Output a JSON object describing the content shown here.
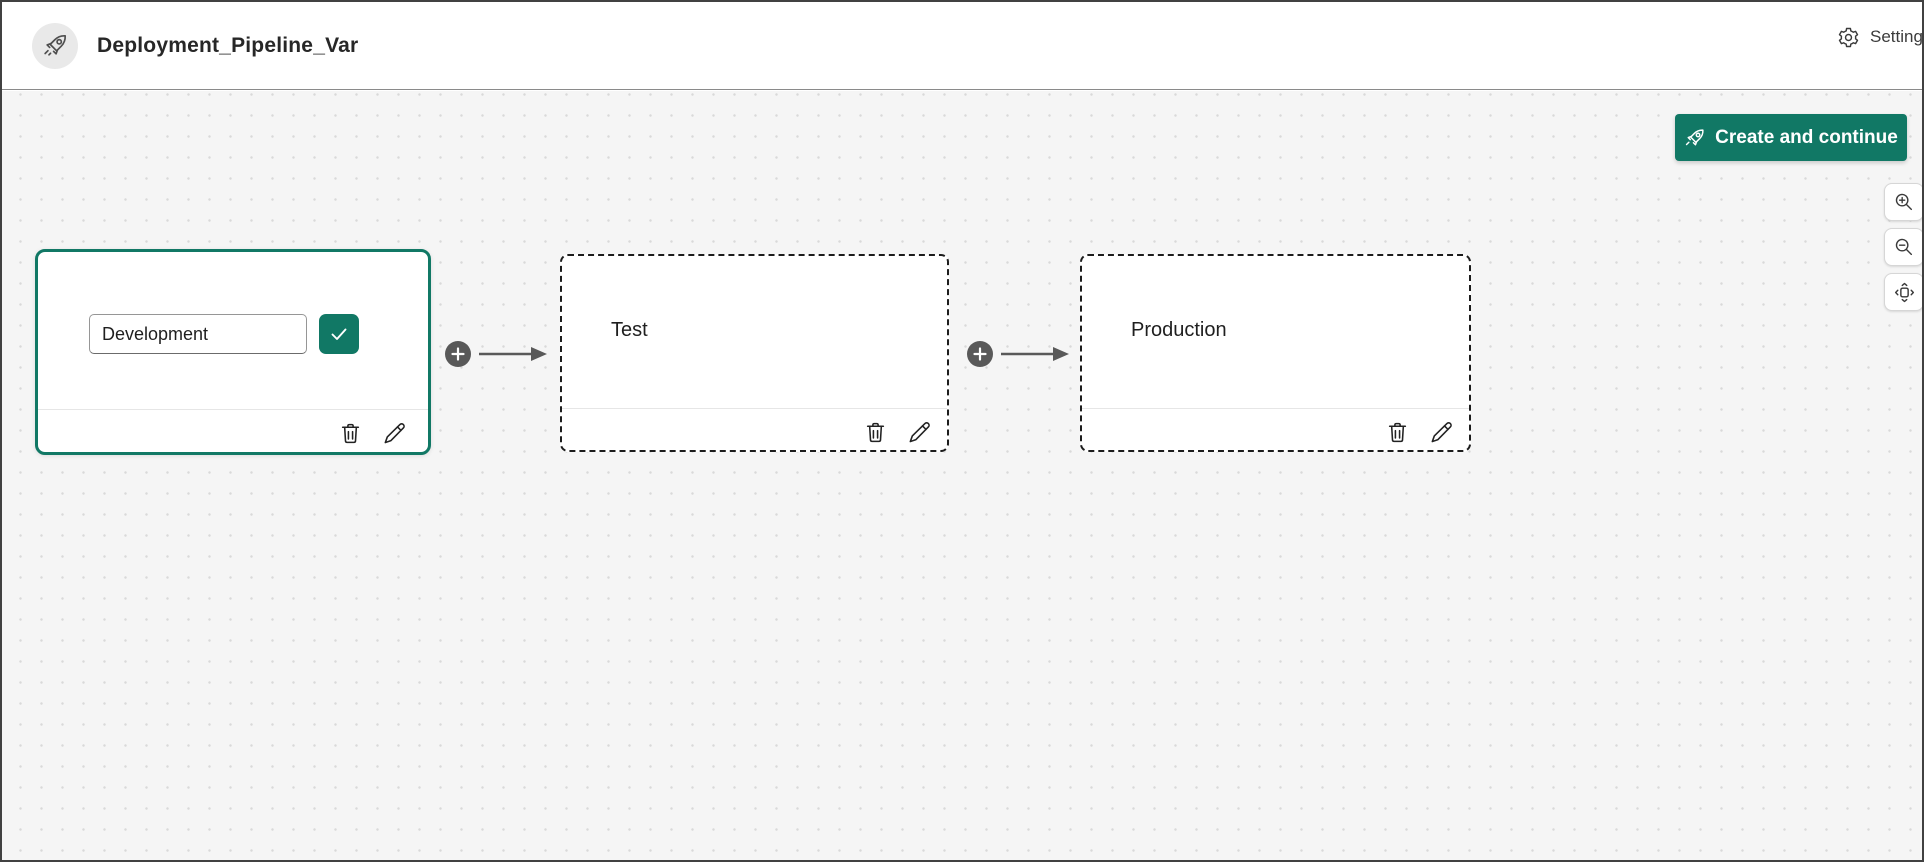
{
  "header": {
    "title": "Deployment_Pipeline_Var",
    "settings_label": "Settings"
  },
  "actions": {
    "create_button_label": "Create and continue"
  },
  "pipeline": {
    "stages": [
      {
        "name": "Development",
        "selected": true,
        "editing": true
      },
      {
        "name": "Test",
        "selected": false,
        "editing": false
      },
      {
        "name": "Production",
        "selected": false,
        "editing": false
      }
    ]
  },
  "icons": {
    "logo": "rocket-icon",
    "settings": "gear-icon",
    "create_button": "rocket-icon",
    "confirm_stage_name": "checkmark-icon",
    "delete_stage": "trash-icon",
    "edit_stage": "pencil-icon",
    "add_stage": "plus-icon",
    "zoom_in": "zoom-in-icon",
    "zoom_out": "zoom-out-icon",
    "fit_view": "fit-view-icon"
  },
  "colors": {
    "accent": "#117865",
    "canvas_background": "#f5f5f5",
    "connector": "#595959",
    "dashed_border": "#1c1c1c"
  }
}
